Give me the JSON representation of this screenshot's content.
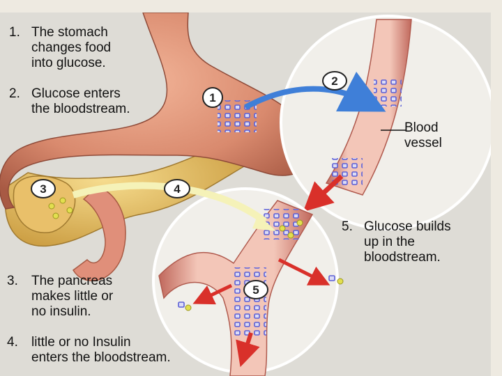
{
  "steps": [
    {
      "number": "1.",
      "text": "The stomach\nchanges food\ninto glucose."
    },
    {
      "number": "2.",
      "text": "Glucose enters\nthe bloodstream."
    },
    {
      "number": "3.",
      "text": "The pancreas\nmakes little or\nno insulin."
    },
    {
      "number": "4.",
      "text": "little or no Insulin\nenters the bloodstream."
    },
    {
      "number": "5.",
      "text": "Glucose builds\nup in the\nbloodstream."
    }
  ],
  "markers": [
    "1",
    "2",
    "3",
    "4",
    "5"
  ],
  "labels": {
    "blood_vessel": "Blood\nvessel"
  },
  "colors": {
    "stomach": "#d98a6e",
    "pancreas": "#e9c06a",
    "vessel": "#e8b3a6",
    "glucose": "#5b5fd6",
    "insulin": "#e2df4f",
    "arrow_blue": "#3f7fd8",
    "arrow_red": "#d9302a"
  }
}
